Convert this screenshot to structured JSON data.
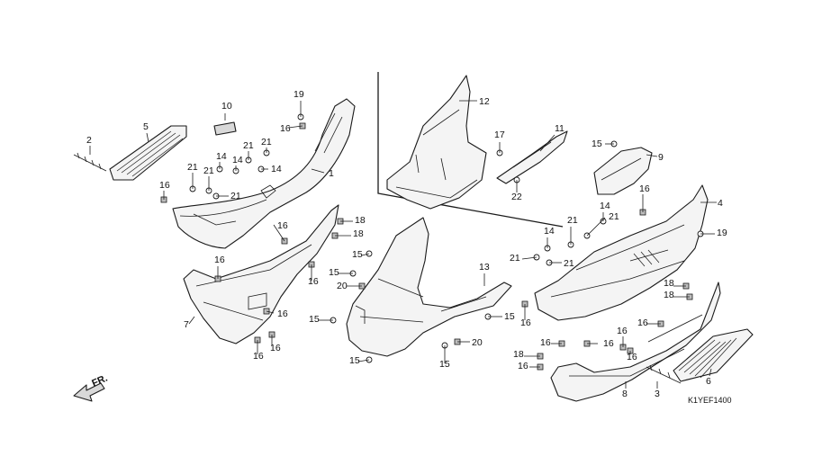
{
  "diagram": {
    "reference_code": "K1YEF1400",
    "direction_label": "FR.",
    "callouts": [
      "1",
      "2",
      "3",
      "4",
      "5",
      "6",
      "7",
      "8",
      "9",
      "10",
      "11",
      "12",
      "13",
      "14",
      "14",
      "14",
      "14",
      "14",
      "15",
      "15",
      "15",
      "15",
      "15",
      "15",
      "15",
      "16",
      "16",
      "16",
      "16",
      "16",
      "16",
      "16",
      "16",
      "16",
      "16",
      "16",
      "16",
      "16",
      "16",
      "16",
      "16",
      "17",
      "18",
      "18",
      "18",
      "18",
      "18",
      "19",
      "19",
      "20",
      "20",
      "21",
      "21",
      "21",
      "21",
      "21",
      "21",
      "21",
      "21",
      "21",
      "22"
    ]
  },
  "colors": {
    "line": "#1a1a1a",
    "fill": "#f4f4f4",
    "background": "#ffffff"
  }
}
